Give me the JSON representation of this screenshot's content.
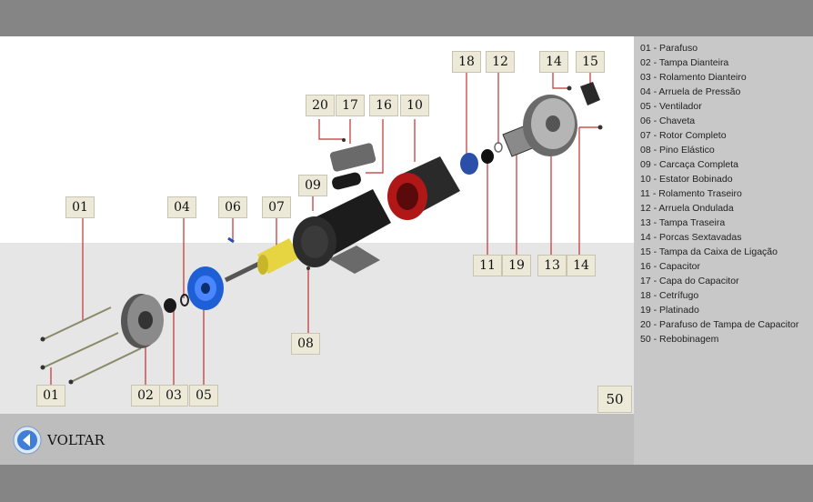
{
  "legend": {
    "items": [
      "01 - Parafuso",
      "02 - Tampa Dianteira",
      "03 - Rolamento Dianteiro",
      "04 - Arruela de Pressão",
      "05 - Ventilador",
      "06 - Chaveta",
      "07 - Rotor Completo",
      "08 - Pino Elástico",
      "09 - Carcaça Completa",
      "10 - Estator Bobinado",
      "11 - Rolamento Traseiro",
      "12 - Arruela Ondulada",
      "13 - Tampa Traseira",
      "14 - Porcas Sextavadas",
      "15 - Tampa da Caixa de Ligação",
      "16 - Capacitor",
      "17 - Capa do Capacitor",
      "18 - Cetrífugo",
      "19 - Platinado",
      "20 - Parafuso de Tampa de Capacitor",
      "50 - Rebobinagem"
    ]
  },
  "labels": {
    "p01a": "01",
    "p01b": "01",
    "p02": "02",
    "p03": "03",
    "p04": "04",
    "p05": "05",
    "p06": "06",
    "p07": "07",
    "p08": "08",
    "p09": "09",
    "p10": "10",
    "p11": "11",
    "p12": "12",
    "p13": "13",
    "p14a": "14",
    "p14b": "14",
    "p15": "15",
    "p16": "16",
    "p17": "17",
    "p18": "18",
    "p19": "19",
    "p20": "20",
    "p50": "50"
  },
  "nav": {
    "back_label": "VOLTAR"
  },
  "colors": {
    "leader": "#c03030",
    "fan": "#1f5fd6",
    "stator": "#b01818",
    "rotor": "#e6d440",
    "label_bg": "#ece9d8"
  }
}
